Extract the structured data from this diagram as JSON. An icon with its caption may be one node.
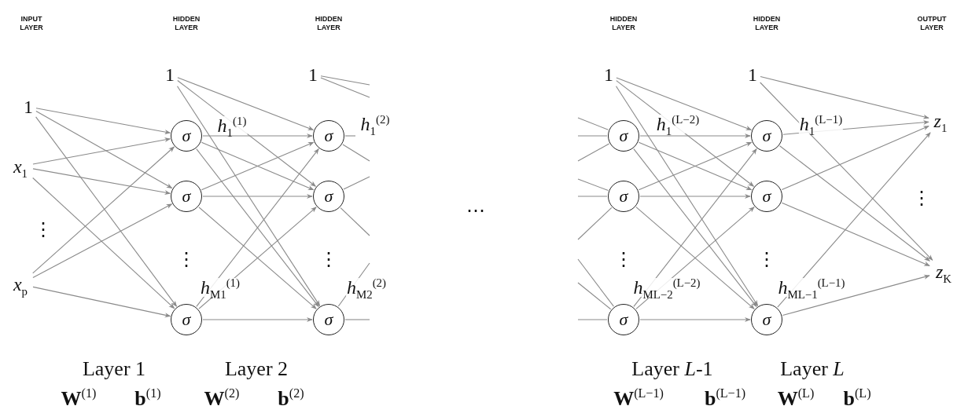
{
  "diagram": {
    "nodes": [
      {
        "text": [
          "1"
        ]
      },
      {
        "text": [
          "*x*$_{1}$"
        ]
      },
      {
        "text": [
          "*x*$_{p}$"
        ]
      },
      {
        "text": [
          "1"
        ]
      },
      {
        "text": [
          "σ"
        ],
        "beside": [
          "*h*$_{1}$$^{(1)}$"
        ]
      },
      {
        "text": [
          "σ"
        ]
      },
      {
        "text": [
          "σ"
        ],
        "beside": [
          "*h*$_{M1}$$^{(1)}$"
        ]
      },
      {
        "text": [
          "1"
        ]
      },
      {
        "text": [
          "σ"
        ],
        "beside": [
          "*h*$_{1}$$^{(2)}$"
        ]
      },
      {
        "text": [
          "σ"
        ]
      },
      {
        "text": [
          "σ"
        ],
        "beside": [
          "*h*$_{M2}$$^{(2)}$"
        ]
      },
      {
        "text": [
          "1"
        ]
      },
      {
        "text": [
          "σ"
        ],
        "beside": [
          "*h*$_{1}$$^{(L−2)}$"
        ]
      },
      {
        "text": [
          "σ"
        ]
      },
      {
        "text": [
          "σ"
        ],
        "beside": [
          "*h*$_{ML−2}$$^{(L−2)}$"
        ]
      },
      {
        "text": [
          "1"
        ]
      },
      {
        "text": [
          "σ"
        ],
        "beside": [
          "*h*$_{1}$$^{(L−1)}$"
        ]
      },
      {
        "text": [
          "σ"
        ]
      },
      {
        "text": [
          "σ"
        ],
        "beside": [
          "*h*$_{ML−1}$$^{(L−1)}$"
        ]
      },
      {
        "text": [
          "*z*$_{1}$"
        ]
      },
      {
        "text": [
          "*z*$_{K}$"
        ]
      }
    ],
    "edges": [
      {
        "from": 0,
        "to": 4,
        "arrow": "to"
      },
      {
        "from": 0,
        "to": 5,
        "arrow": "to"
      },
      {
        "from": 0,
        "to": 6,
        "arrow": "to"
      },
      {
        "from": 1,
        "to": 4,
        "arrow": "to"
      },
      {
        "from": 1,
        "to": 5,
        "arrow": "to"
      },
      {
        "from": 1,
        "to": 6,
        "arrow": "to"
      },
      {
        "from": 2,
        "to": 4,
        "arrow": "to"
      },
      {
        "from": 2,
        "to": 5,
        "arrow": "to"
      },
      {
        "from": 2,
        "to": 6,
        "arrow": "to"
      },
      {
        "from": 3,
        "to": 8,
        "arrow": "to"
      },
      {
        "from": 3,
        "to": 9,
        "arrow": "to"
      },
      {
        "from": 3,
        "to": 10,
        "arrow": "to"
      },
      {
        "from": 4,
        "to": 8,
        "arrow": "to"
      },
      {
        "from": 4,
        "to": 9,
        "arrow": "to"
      },
      {
        "from": 4,
        "to": 10,
        "arrow": "to"
      },
      {
        "from": 5,
        "to": 8,
        "arrow": "to"
      },
      {
        "from": 5,
        "to": 9,
        "arrow": "to"
      },
      {
        "from": 5,
        "to": 10,
        "arrow": "to"
      },
      {
        "from": 6,
        "to": 8,
        "arrow": "to"
      },
      {
        "from": 6,
        "to": 9,
        "arrow": "to"
      },
      {
        "from": 6,
        "to": 10,
        "arrow": "to"
      },
      {
        "from": 7,
        "to": null,
        "arrow": "none"
      },
      {
        "from": 7,
        "to": null,
        "arrow": "none"
      },
      {
        "from": 8,
        "to": null,
        "arrow": "none"
      },
      {
        "from": 8,
        "to": null,
        "arrow": "none"
      },
      {
        "from": 9,
        "to": null,
        "arrow": "none"
      },
      {
        "from": 9,
        "to": null,
        "arrow": "none"
      },
      {
        "from": 10,
        "to": null,
        "arrow": "none"
      },
      {
        "from": 10,
        "to": null,
        "arrow": "none"
      },
      {
        "from": null,
        "to": 12,
        "arrow": "none"
      },
      {
        "from": null,
        "to": 12,
        "arrow": "none"
      },
      {
        "from": null,
        "to": 12,
        "arrow": "none"
      },
      {
        "from": null,
        "to": 13,
        "arrow": "none"
      },
      {
        "from": null,
        "to": 13,
        "arrow": "none"
      },
      {
        "from": null,
        "to": 13,
        "arrow": "none"
      },
      {
        "from": null,
        "to": 14,
        "arrow": "none"
      },
      {
        "from": null,
        "to": 14,
        "arrow": "none"
      },
      {
        "from": null,
        "to": 14,
        "arrow": "none"
      },
      {
        "from": 11,
        "to": 16,
        "arrow": "to"
      },
      {
        "from": 11,
        "to": 17,
        "arrow": "to"
      },
      {
        "from": 11,
        "to": 18,
        "arrow": "to"
      },
      {
        "from": 12,
        "to": 16,
        "arrow": "to"
      },
      {
        "from": 12,
        "to": 17,
        "arrow": "to"
      },
      {
        "from": 12,
        "to": 18,
        "arrow": "to"
      },
      {
        "from": 13,
        "to": 16,
        "arrow": "to"
      },
      {
        "from": 13,
        "to": 17,
        "arrow": "to"
      },
      {
        "from": 13,
        "to": 18,
        "arrow": "to"
      },
      {
        "from": 14,
        "to": 16,
        "arrow": "to"
      },
      {
        "from": 14,
        "to": 17,
        "arrow": "to"
      },
      {
        "from": 14,
        "to": 18,
        "arrow": "to"
      },
      {
        "from": 15,
        "to": 19,
        "arrow": "to"
      },
      {
        "from": 15,
        "to": 20,
        "arrow": "to"
      },
      {
        "from": 16,
        "to": 19,
        "arrow": "to"
      },
      {
        "from": 16,
        "to": 20,
        "arrow": "to"
      },
      {
        "from": 17,
        "to": 19,
        "arrow": "to"
      },
      {
        "from": 17,
        "to": 20,
        "arrow": "to"
      },
      {
        "from": 18,
        "to": 19,
        "arrow": "to"
      },
      {
        "from": 18,
        "to": 20,
        "arrow": "to"
      }
    ],
    "labels": [
      "INPUT LAYER",
      "HIDDEN LAYER",
      "HIDDEN LAYER",
      "HIDDEN LAYER",
      "HIDDEN LAYER",
      "OUTPUT LAYER",
      "⋯",
      "⋮",
      "⋮",
      "⋮",
      "⋮",
      "⋮",
      "⋮",
      "Layer 1",
      "Layer 2",
      "Layer *L*-1",
      "Layer *L*",
      "**W**$^{(1)}$",
      "**b**$^{(1)}$",
      "**W**$^{(2)}$",
      "**b**$^{(2)}$",
      "**W**$^{(L−1)}$",
      "**b**$^{(L−1)}$",
      "**W**$^{(L)}$",
      "**b**$^{(L)}$"
    ]
  }
}
